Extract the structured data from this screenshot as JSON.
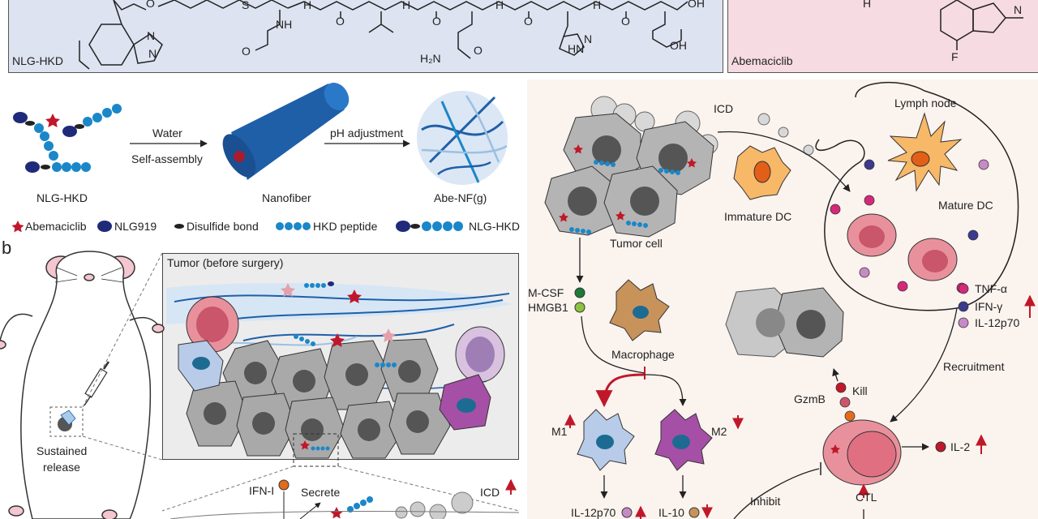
{
  "top": {
    "molecule_left_label": "NLG-HKD",
    "molecule_right_label": "Abemaciclib",
    "atoms": {
      "O1": "O",
      "S": "S",
      "H": "H",
      "N": "N",
      "OH": "OH",
      "F": "F",
      "NH": "NH",
      "NH_b": "NH",
      "O_a": "O",
      "O_b": "O",
      "O_c": "O",
      "O_d": "O",
      "OH2": "OH",
      "HN": "HN",
      "N_ring": "N",
      "H2N": "H₂N",
      "O_e": "O",
      "H2": "H"
    }
  },
  "panel_a": {
    "water": "Water",
    "self_assembly": "Self-assembly",
    "ph_adjust": "pH adjustment",
    "nlg_hkd": "NLG-HKD",
    "nanofiber": "Nanofiber",
    "abe_nf": "Abe-NF(g)",
    "legend": {
      "abemaciclib": "Abemaciclib",
      "nlg919": "NLG919",
      "disulfide": "Disulfide bond",
      "hkd": "HKD peptide",
      "nlg_hkd": "NLG-HKD"
    }
  },
  "panel_b": {
    "letter": "b",
    "tumor_title": "Tumor (before surgery)",
    "sustained": "Sustained",
    "release": "release",
    "ifn": "IFN-I",
    "secrete": "Secrete",
    "icd_bottom": "ICD"
  },
  "mechanism": {
    "icd": "ICD",
    "lymph_node": "Lymph node",
    "immature_dc": "Immature DC",
    "mature_dc": "Mature DC",
    "tumor_cell": "Tumor cell",
    "mcsf": "M-CSF",
    "hmgb1": "HMGB1",
    "macrophage": "Macrophage",
    "m1": "M1",
    "m2": "M2",
    "il12_bottom": "IL-12p70",
    "il10": "IL-10",
    "gzmb": "GzmB",
    "kill": "Kill",
    "recruitment": "Recruitment",
    "il2": "IL-2",
    "ctl": "CTL",
    "inhibit": "Inhibit",
    "legend": {
      "tnf": "TNF-α",
      "ifng": "IFN-γ",
      "il12": "IL-12p70"
    }
  },
  "colors": {
    "top_left_bg": "#dde3f0",
    "top_right_bg": "#f6dbe3",
    "right_bg": "#fbf3ee",
    "nanofiber_blue": "#1f5fa8",
    "peptide_blue": "#1a87c9",
    "nlg_navy": "#1f2a7a",
    "drug_red": "#c0182a",
    "tnf_magenta": "#d6287a",
    "ifn_purple": "#3b3a8f",
    "il12_violet": "#c78ac6",
    "mcsf_green": "#1f7a3a",
    "hmgb1_green": "#8ac43f",
    "ifn1_orange": "#e36b1b"
  }
}
